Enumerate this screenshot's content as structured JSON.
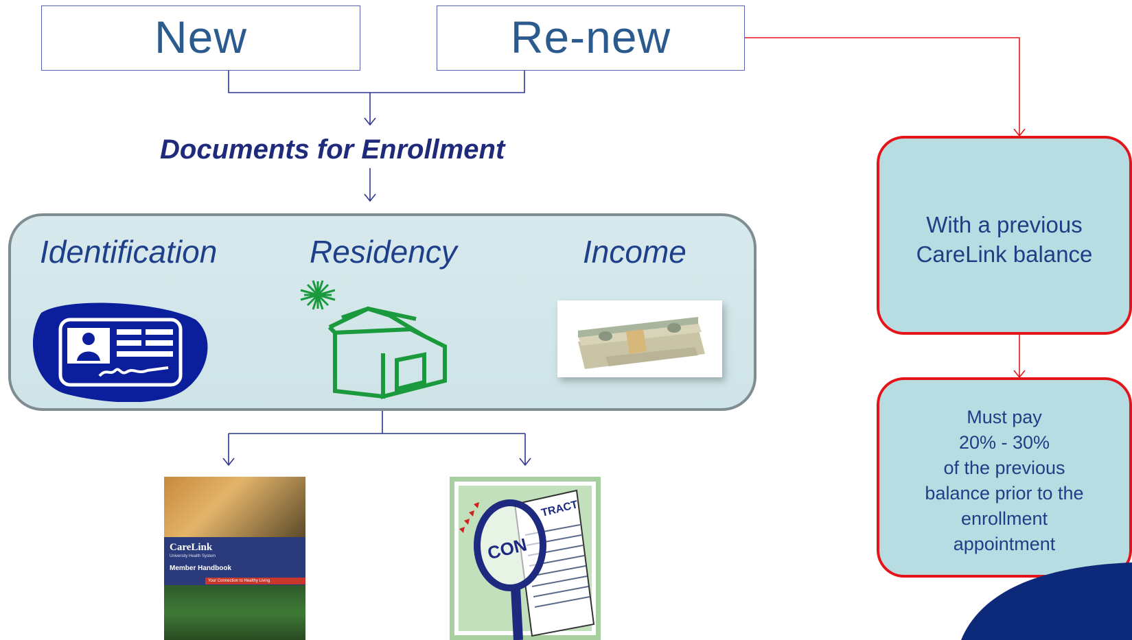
{
  "flow": {
    "new_label": "New",
    "renew_label": "Re-new",
    "documents_heading": "Documents for Enrollment"
  },
  "documents": {
    "items": [
      {
        "label": "Identification",
        "icon": "id-card-icon"
      },
      {
        "label": "Residency",
        "icon": "house-icon"
      },
      {
        "label": "Income",
        "icon": "money-stack-icon"
      }
    ]
  },
  "handbook": {
    "brand": "CareLink",
    "org": "University Health System",
    "title": "Member Handbook",
    "tagline": "Your Connection to Healthy Living"
  },
  "contract": {
    "word_left": "CON",
    "word_right": "TRACT"
  },
  "renew_path": {
    "balance_box": "With a previous\nCareLink balance",
    "payment_box": "Must pay\n20% - 30%\nof the previous\nbalance prior to the\nenrollment\nappointment"
  },
  "colors": {
    "connector": "#2c3590",
    "renew_connector": "#e4141b",
    "label_blue": "#2a5a8e",
    "box_fill": "#b7dde2",
    "panel_fill": "#d3e7ea",
    "house_green": "#1a9a3c",
    "id_blue": "#0b1f9c"
  }
}
